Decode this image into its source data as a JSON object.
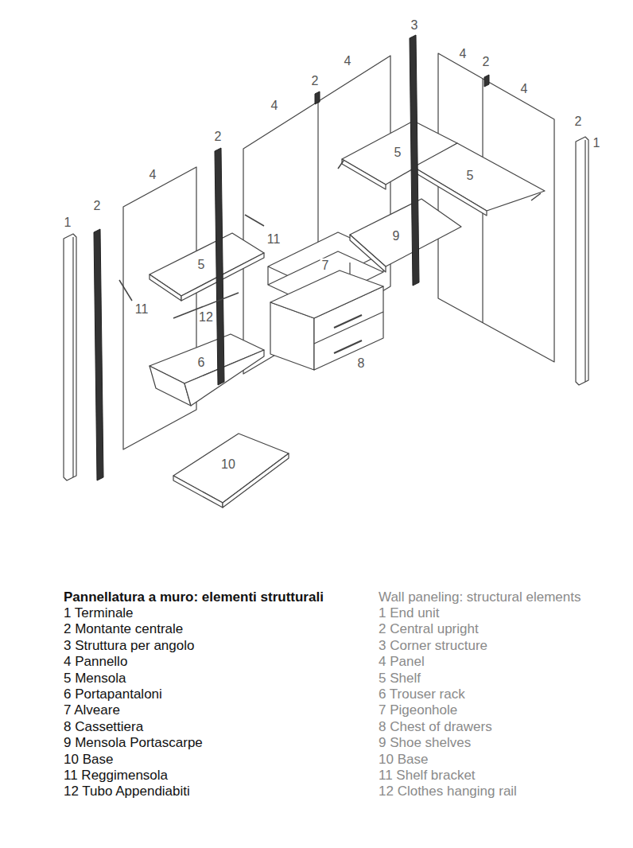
{
  "diagram": {
    "title": "Pannellatura a muro: elementi strutturali",
    "labels": [
      "3",
      "4",
      "4",
      "2",
      "4",
      "2",
      "4",
      "2",
      "1",
      "2",
      "5",
      "5",
      "4",
      "2",
      "1",
      "11",
      "9",
      "5",
      "7",
      "11",
      "12",
      "6",
      "8",
      "10",
      "1 Terminale",
      "2 Montante centrale",
      "3 Struttura per angolo",
      "4 Pannello",
      "5 Mensola",
      "6 Portapantaloni",
      "7 Alveare",
      "8 Cassettiera",
      "9 Mensola Portascarpe",
      "10 Base",
      "11 Reggimensola",
      "12 Tubo Appendiabiti",
      "Wall paneling: structural elements",
      "1 End unit",
      "2 Central upright",
      "3 Corner structure",
      "4 Panel",
      "5 Shelf",
      "6 Trouser rack",
      "7 Pigeonhole",
      "8 Chest of drawers",
      "9 Shoe shelves",
      "10 Base",
      "11 Shelf bracket",
      "12 Clothes hanging rail"
    ]
  }
}
